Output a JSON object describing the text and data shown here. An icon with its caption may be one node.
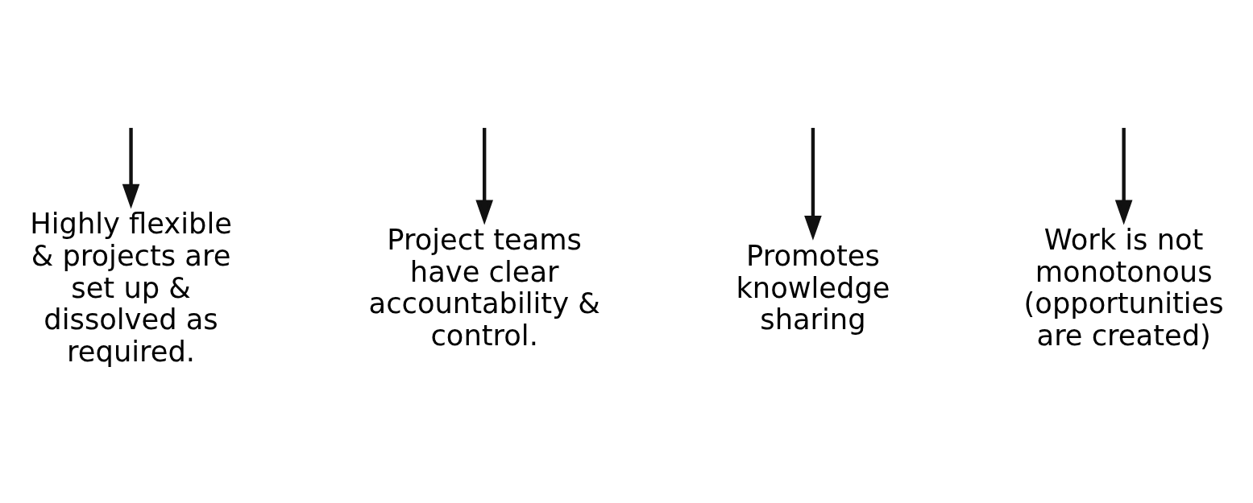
{
  "diagram": {
    "nodes": [
      {
        "text": [
          "Highly flexible & projects are set up & dissolved as required."
        ]
      },
      {
        "text": [
          "Project teams have clear accountability & control."
        ]
      },
      {
        "text": [
          "Promotes knowledge sharing"
        ]
      },
      {
        "text": [
          "Work is not monotonous (opportunities are created)"
        ]
      }
    ],
    "edges": [
      {
        "from": null,
        "to": 0,
        "arrow": "to"
      },
      {
        "from": null,
        "to": 1,
        "arrow": "to"
      },
      {
        "from": null,
        "to": 2,
        "arrow": "to"
      },
      {
        "from": null,
        "to": 3,
        "arrow": "to"
      }
    ]
  }
}
